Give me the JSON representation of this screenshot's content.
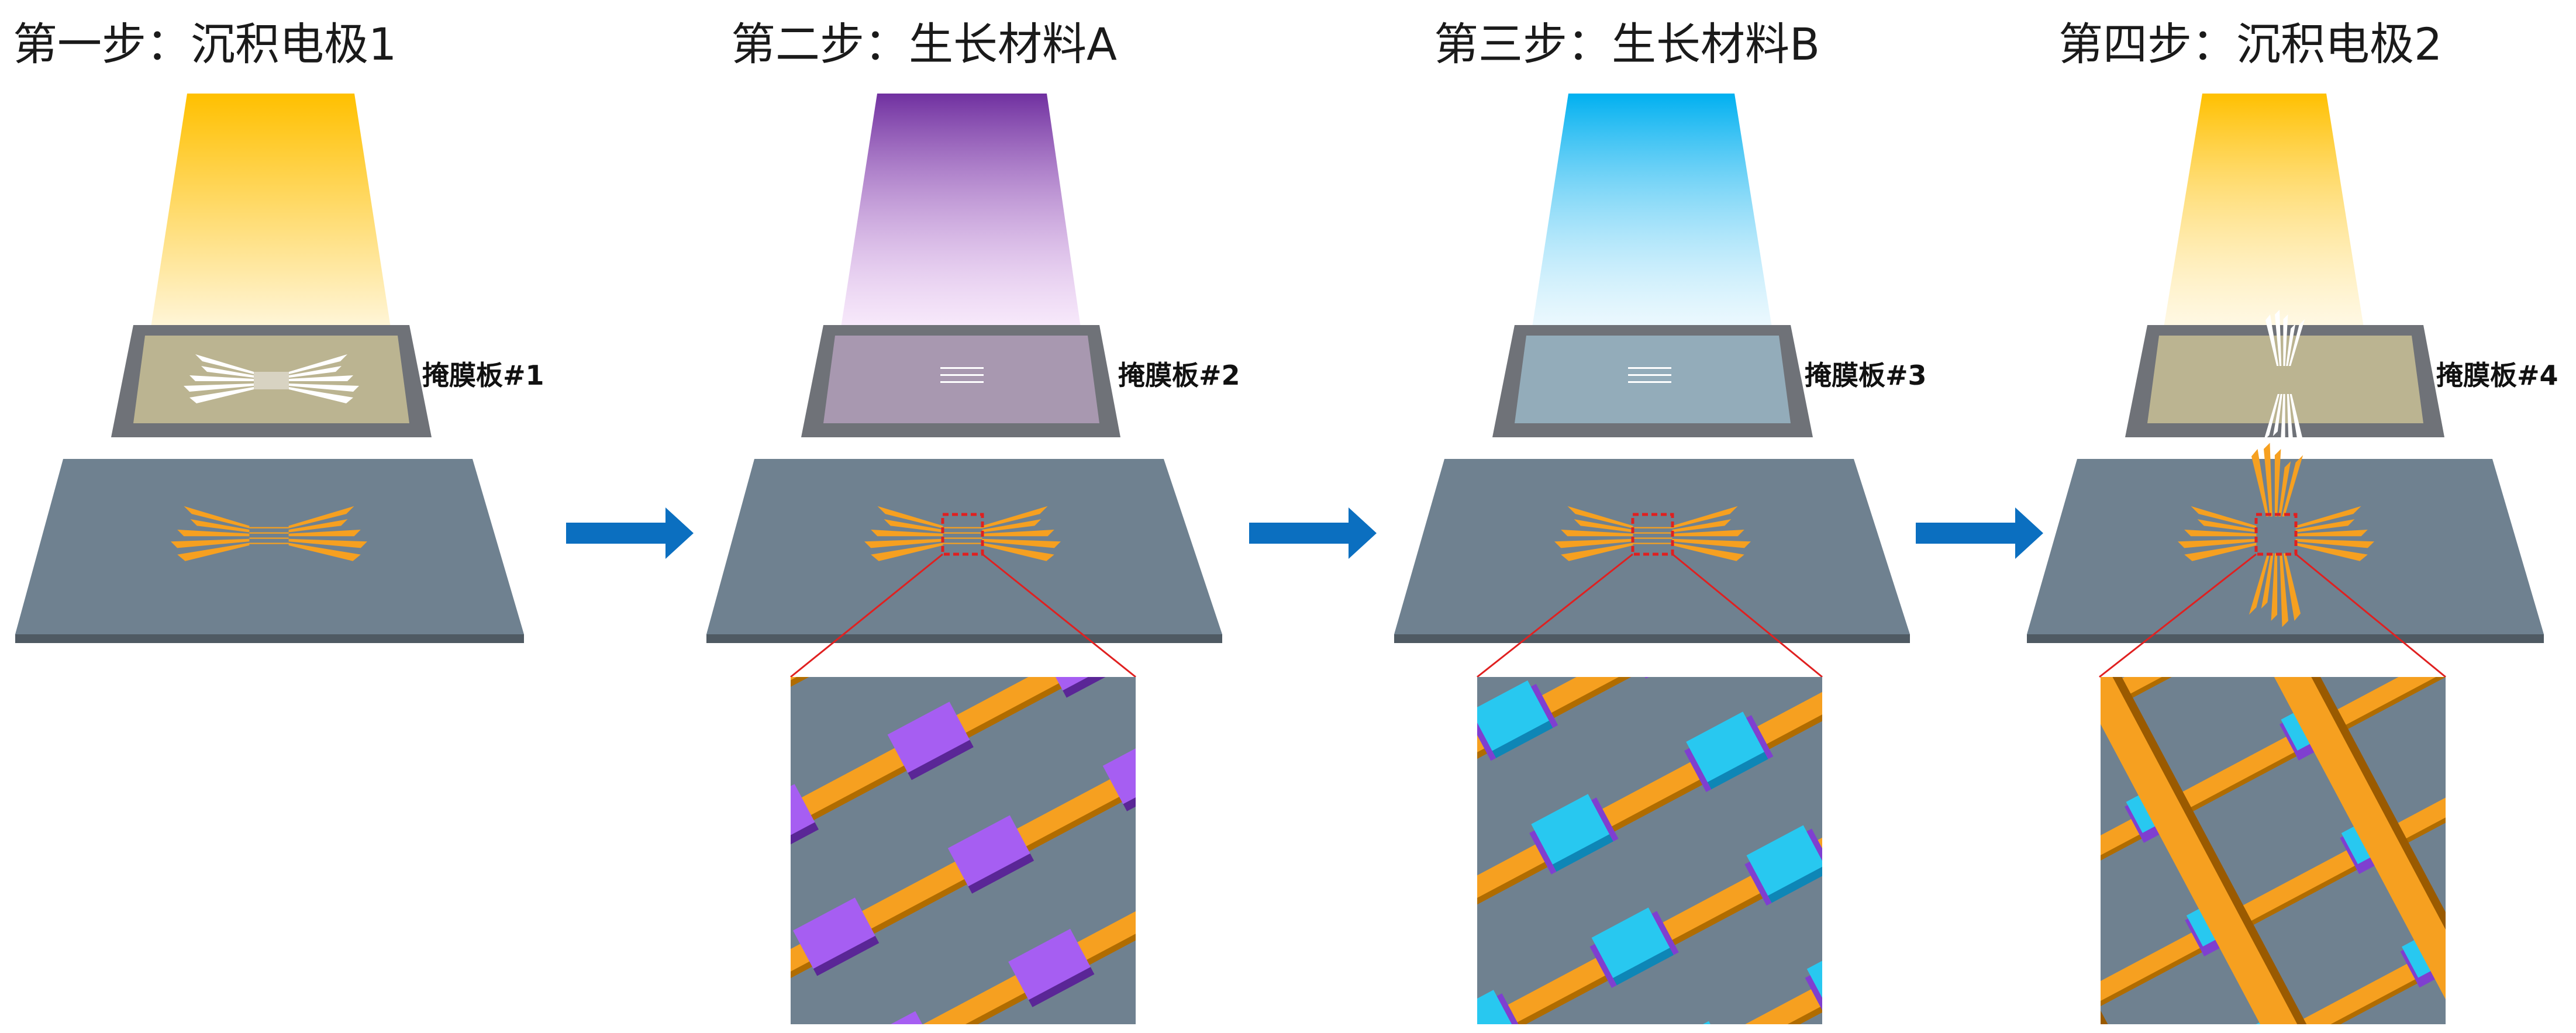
{
  "steps": [
    {
      "title": "第一步：沉积电极1",
      "mask_label": "掩膜板#1",
      "beam_color": "#ffc000",
      "has_zoom": false
    },
    {
      "title": "第二步：生长材料A",
      "mask_label": "掩膜板#2",
      "beam_color": "#7030a0",
      "has_zoom": true
    },
    {
      "title": "第三步：生长材料B",
      "mask_label": "掩膜板#3",
      "beam_color": "#00b0f0",
      "has_zoom": true
    },
    {
      "title": "第四步：沉积电极2",
      "mask_label": "掩膜板#4",
      "beam_color": "#ffc000",
      "has_zoom": true
    }
  ],
  "colors": {
    "substrate": "#6f8190",
    "electrode": "#f6a020",
    "material_a": "#a65ef2",
    "material_b": "#28c8f0",
    "arrow": "#0b6fc0",
    "zoom_marker": "#e02020"
  }
}
